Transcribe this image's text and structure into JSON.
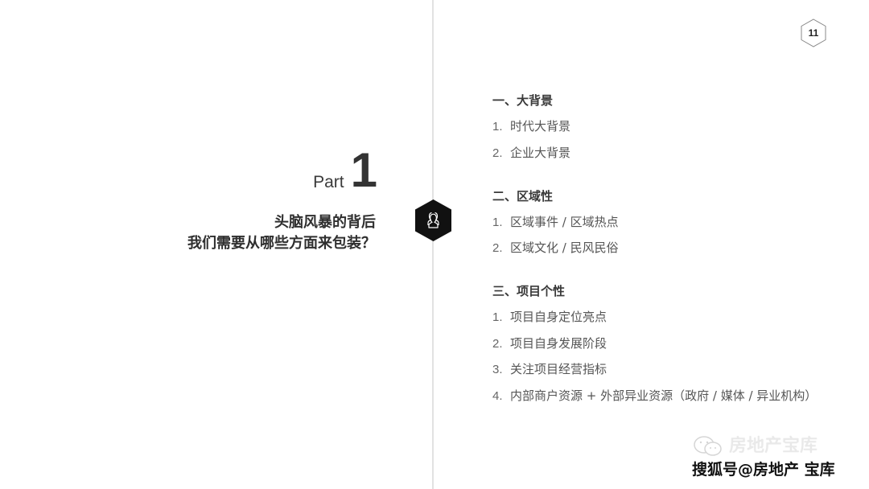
{
  "page": {
    "number": "11",
    "part_word": "Part",
    "part_number": "1",
    "subtitle_lines": [
      "头脑风暴的背后",
      "我们需要从哪些方面来包装？"
    ]
  },
  "center_icon": {
    "name": "people-group-icon",
    "hex_color": "#111111"
  },
  "colors": {
    "divider": "#e2e2e2",
    "text_dark": "#333333",
    "text_muted": "#555555"
  },
  "outline": {
    "sections": [
      {
        "title": "一、大背景",
        "items": [
          {
            "n": "1.",
            "text": "时代大背景"
          },
          {
            "n": "2.",
            "text": "企业大背景"
          }
        ]
      },
      {
        "title": "二、区域性",
        "items": [
          {
            "n": "1.",
            "text": "区域事件 / 区域热点"
          },
          {
            "n": "2.",
            "text": "区域文化 / 民风民俗"
          }
        ]
      },
      {
        "title": "三、项目个性",
        "items": [
          {
            "n": "1.",
            "text": "项目自身定位亮点"
          },
          {
            "n": "2.",
            "text": "项目自身发展阶段"
          },
          {
            "n": "3.",
            "text": "关注项目经营指标"
          },
          {
            "n": "4.",
            "text": "内部商户资源 + 外部异业资源（政府 / 媒体 / 异业机构）"
          }
        ]
      }
    ]
  },
  "watermark": {
    "icon": "wechat-icon",
    "top": "房地产宝库",
    "bottom": "搜狐号@房地产 宝库"
  }
}
